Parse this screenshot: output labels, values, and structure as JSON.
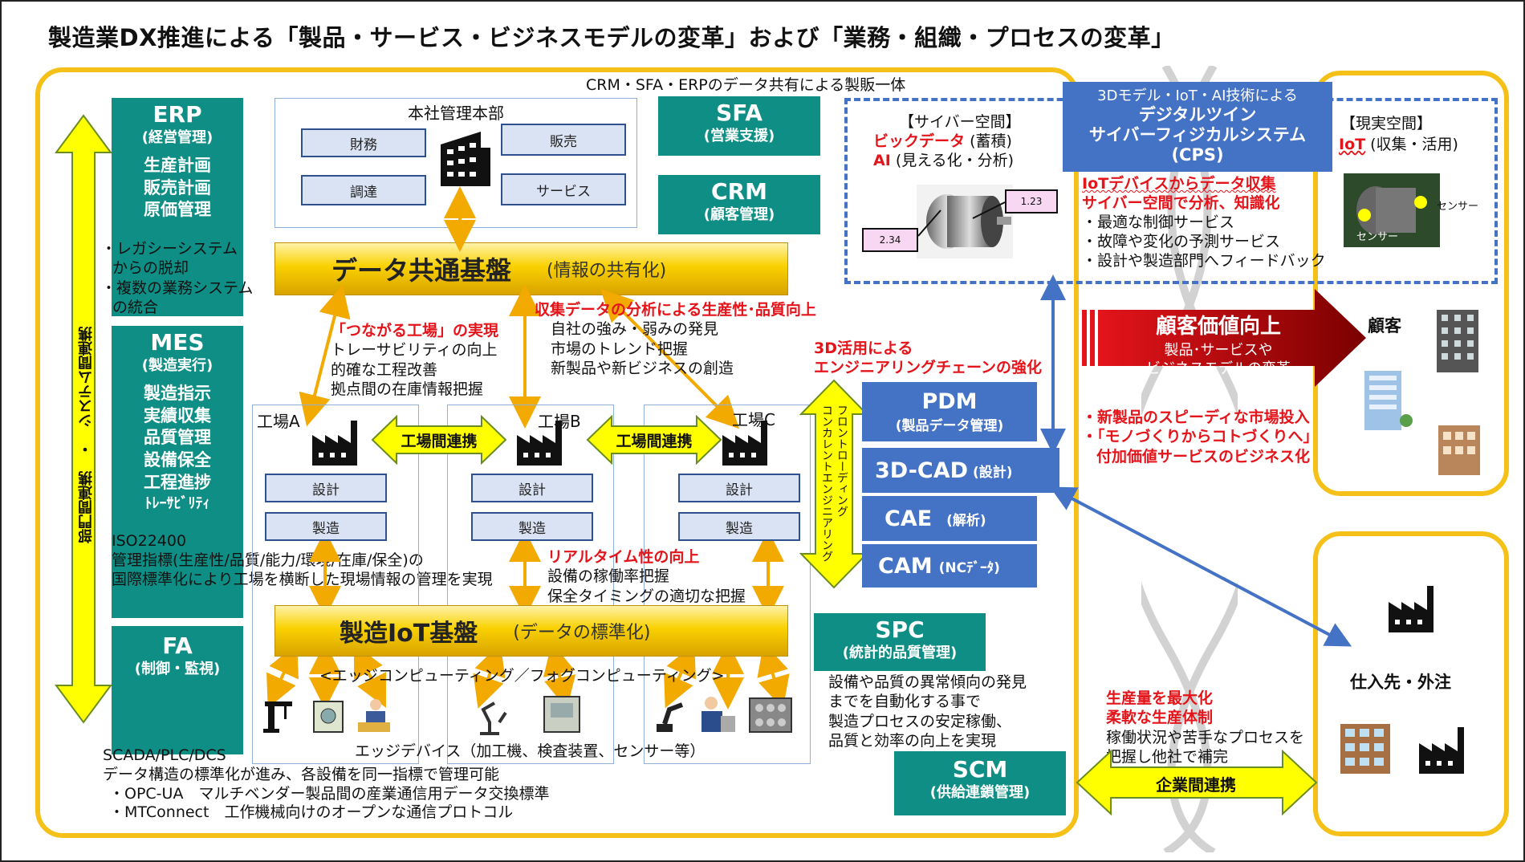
{
  "title": "製造業DX推進による「製品・サービス・ビジネスモデルの変革」および「業務・組織・プロセスの変革」",
  "crm_sfa_erp_note": "CRM・SFA・ERPのデータ共有による製販一体",
  "left_arrow_label": "部門間連携　・　システム間連携",
  "erp": {
    "name": "ERP",
    "sub": "(経営管理)",
    "items": [
      "生産計画",
      "販売計画",
      "原価管理"
    ]
  },
  "erp_notes": [
    "・レガシーシステム",
    "からの脱却",
    "・複数の業務システム",
    "の統合"
  ],
  "mes": {
    "name": "MES",
    "sub": "(製造実行)",
    "items": [
      "製造指示",
      "実績収集",
      "品質管理",
      "設備保全",
      "工程進捗",
      "ﾄﾚｰｻﾋﾞﾘﾃｨ"
    ]
  },
  "iso_notes": [
    "ISO22400",
    "管理指標(生産性/品質/能力/環境/在庫/保全)の",
    "国際標準化により工場を横断した現場情報の管理を実現"
  ],
  "fa": {
    "name": "FA",
    "sub": "(制御・監視)"
  },
  "scada_notes": [
    "SCADA/PLC/DCS",
    "データ構造の標準化が進み、各設備を同一指標で管理可能",
    "・OPC-UA　マルチベンダー製品間の産業通信用データ交換標準",
    "・MTConnect　工作機械向けのオープンな通信プロトコル"
  ],
  "hq": {
    "title": "本社管理本部",
    "depts": [
      "財務",
      "販売",
      "調達",
      "サービス"
    ]
  },
  "sfa": {
    "name": "SFA",
    "sub": "(営業支援)"
  },
  "crm": {
    "name": "CRM",
    "sub": "(顧客管理)"
  },
  "data_platform": {
    "name": "データ共通基盤",
    "sub": "(情報の共有化)"
  },
  "connected_factory": {
    "heading": "「つながる工場」の実現",
    "items": [
      "トレーサビリティの向上",
      "的確な工程改善",
      "拠点間の在庫情報把握"
    ]
  },
  "analysis": {
    "heading": "収集データの分析による生産性･品質向上",
    "items": [
      "自社の強み・弱みの発見",
      "市場のトレンド把握",
      "新製品や新ビジネスの創造"
    ]
  },
  "factories": [
    {
      "name": "工場A"
    },
    {
      "name": "工場B"
    },
    {
      "name": "工場C"
    }
  ],
  "factory_link": "工場間連携",
  "process_design": "設計",
  "process_mfg": "製造",
  "realtime": {
    "heading": "リアルタイム性の向上",
    "items": [
      "設備の稼働率把握",
      "保全タイミングの適切な把握"
    ]
  },
  "iot_platform": {
    "name": "製造IoT基盤",
    "sub": "(データの標準化)"
  },
  "edge_computing": "<エッジコンピューティング／フォグコンピューティング>",
  "edge_devices": "エッジデバイス（加工機、検査装置、センサー等）",
  "engineering": {
    "heading": [
      "3D活用による",
      "エンジニアリングチェーンの強化"
    ],
    "vertical": "フロントローディング\nコンカレントエンジニアリング"
  },
  "pdm": {
    "name": "PDM",
    "sub": "(製品データ管理)"
  },
  "cad": {
    "name": "3D-CAD",
    "sub": "(設計)"
  },
  "cae": {
    "name": "CAE",
    "sub": "(解析)"
  },
  "cam": {
    "name": "CAM",
    "sub": "(NCﾃﾞｰﾀ)"
  },
  "spc": {
    "name": "SPC",
    "sub": "(統計的品質管理)",
    "notes": [
      "設備や品質の異常傾向の発見",
      "までを自動化する事で",
      "製造プロセスの安定稼働、",
      "品質と効率の向上を実現"
    ]
  },
  "scm": {
    "name": "SCM",
    "sub": "(供給連鎖管理)"
  },
  "cps": {
    "lines": [
      "3Dモデル・IoT・AI技術による",
      "デジタルツイン",
      "サイバーフィジカルシステム",
      "(CPS)"
    ]
  },
  "cyber": {
    "title": "【サイバー空間】",
    "bigdata": "ビックデータ",
    "bigdata_note": "(蓄積)",
    "ai": "AI",
    "ai_note": "(見える化・分析)",
    "value1": "1.23",
    "value2": "2.34"
  },
  "real": {
    "title": "【現実空間】",
    "iot": "IoT",
    "iot_note": "(収集・活用)",
    "sensor1": "センサー",
    "sensor2": "センサー"
  },
  "cps_notes": {
    "red": [
      "IoTデバイスからデータ収集",
      "サイバー空間で分析、知識化"
    ],
    "items": [
      "・最適な制御サービス",
      "・故障や変化の予測サービス",
      "・設計や製造部門へフィードバック"
    ]
  },
  "customer_value": {
    "title": "顧客価値向上",
    "sub": [
      "製品･サービスや",
      "ビジネスモデルの変革"
    ]
  },
  "customer_label": "顧客",
  "customer_notes": [
    "・新製品のスピーディな市場投入",
    "・「モノづくりからコトづくりへ」",
    "付加価値サービスのビジネス化"
  ],
  "supplier_label": "仕入先・外注",
  "production": {
    "red": [
      "生産量を最大化",
      "柔軟な生産体制"
    ],
    "notes": [
      "稼働状況や苦手なプロセスを",
      "把握し他社で補完"
    ]
  },
  "enterprise_link": "企業間連携",
  "colors": {
    "teal": "#0e8e84",
    "blue": "#4472c4",
    "yellow": "#f5c118",
    "red": "#e4141b",
    "dark_red": "#8b0000"
  }
}
